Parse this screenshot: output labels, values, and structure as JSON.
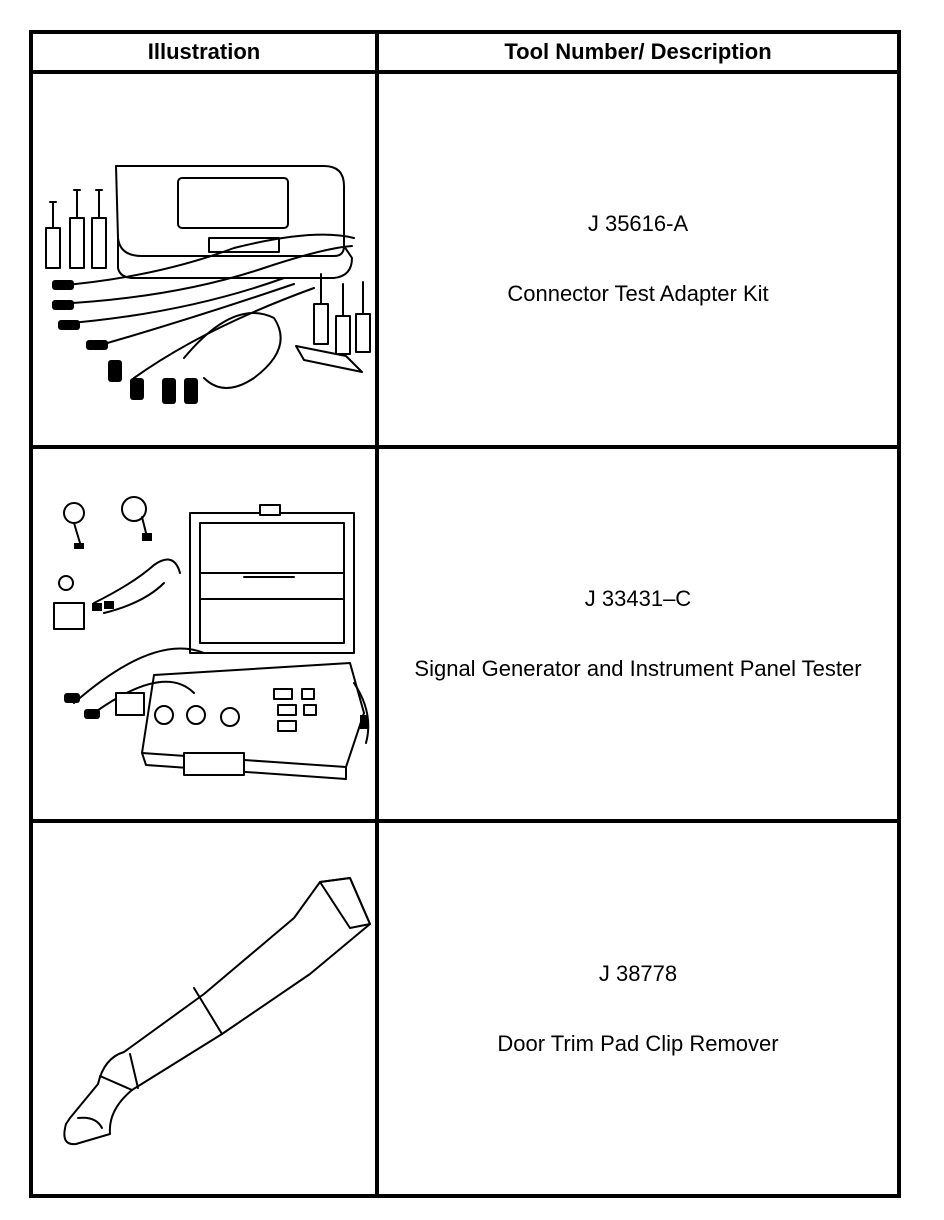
{
  "table": {
    "headers": [
      "Illustration",
      "Tool Number/ Description"
    ],
    "rows": [
      {
        "tool_number": "J 35616-A",
        "description": "Connector Test Adapter Kit",
        "illustration_icon": "connector-test-adapter-kit-icon"
      },
      {
        "tool_number": "J 33431–C",
        "description": "Signal Generator and Instrument Panel Tester",
        "illustration_icon": "signal-generator-tester-icon"
      },
      {
        "tool_number": "J 38778",
        "description": "Door Trim Pad Clip Remover",
        "illustration_icon": "door-trim-pad-clip-remover-icon"
      }
    ]
  }
}
